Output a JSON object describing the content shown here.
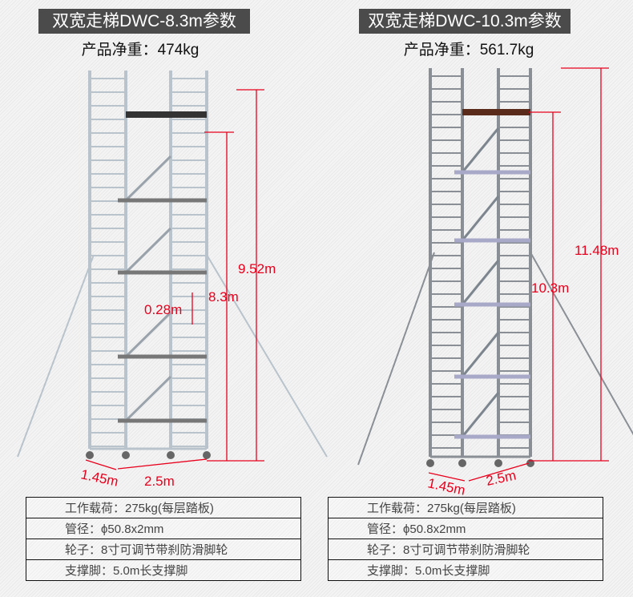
{
  "left": {
    "title": "双宽走梯DWC-8.3m参数",
    "weight": "产品净重：474kg",
    "dimensions": {
      "total_height": "9.52m",
      "platform_height": "8.3m",
      "step_gap": "0.28m",
      "width": "1.45m",
      "length": "2.5m"
    },
    "specs": [
      "工作载荷：275kg(每层踏板)",
      "管径：ϕ50.8x2mm",
      "轮子：8寸可调节带刹防滑脚轮",
      "支撑脚：5.0m长支撑脚"
    ]
  },
  "right": {
    "title": "双宽走梯DWC-10.3m参数",
    "weight": "产品净重：561.7kg",
    "dimensions": {
      "total_height": "11.48m",
      "platform_height": "10.3m",
      "width": "1.45m",
      "length": "2.5m"
    },
    "specs": [
      "工作载荷：275kg(每层踏板)",
      "管径：ϕ50.8x2mm",
      "轮子：8寸可调节带刹防滑脚轮",
      "支撑脚：5.0m长支撑脚"
    ]
  },
  "colors": {
    "dimension": "#e8001c",
    "title_bg": "#4b4b4b"
  }
}
